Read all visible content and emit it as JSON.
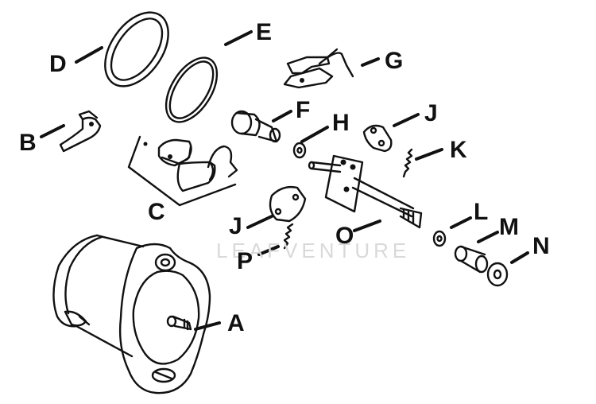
{
  "labels": {
    "a": "A",
    "b": "B",
    "c": "C",
    "d": "D",
    "e": "E",
    "f": "F",
    "g": "G",
    "h": "H",
    "j_upper": "J",
    "j_lower": "J",
    "k": "K",
    "l": "L",
    "m": "M",
    "n": "N",
    "o": "O",
    "p": "P"
  },
  "watermark": "LEAFVENTURE"
}
